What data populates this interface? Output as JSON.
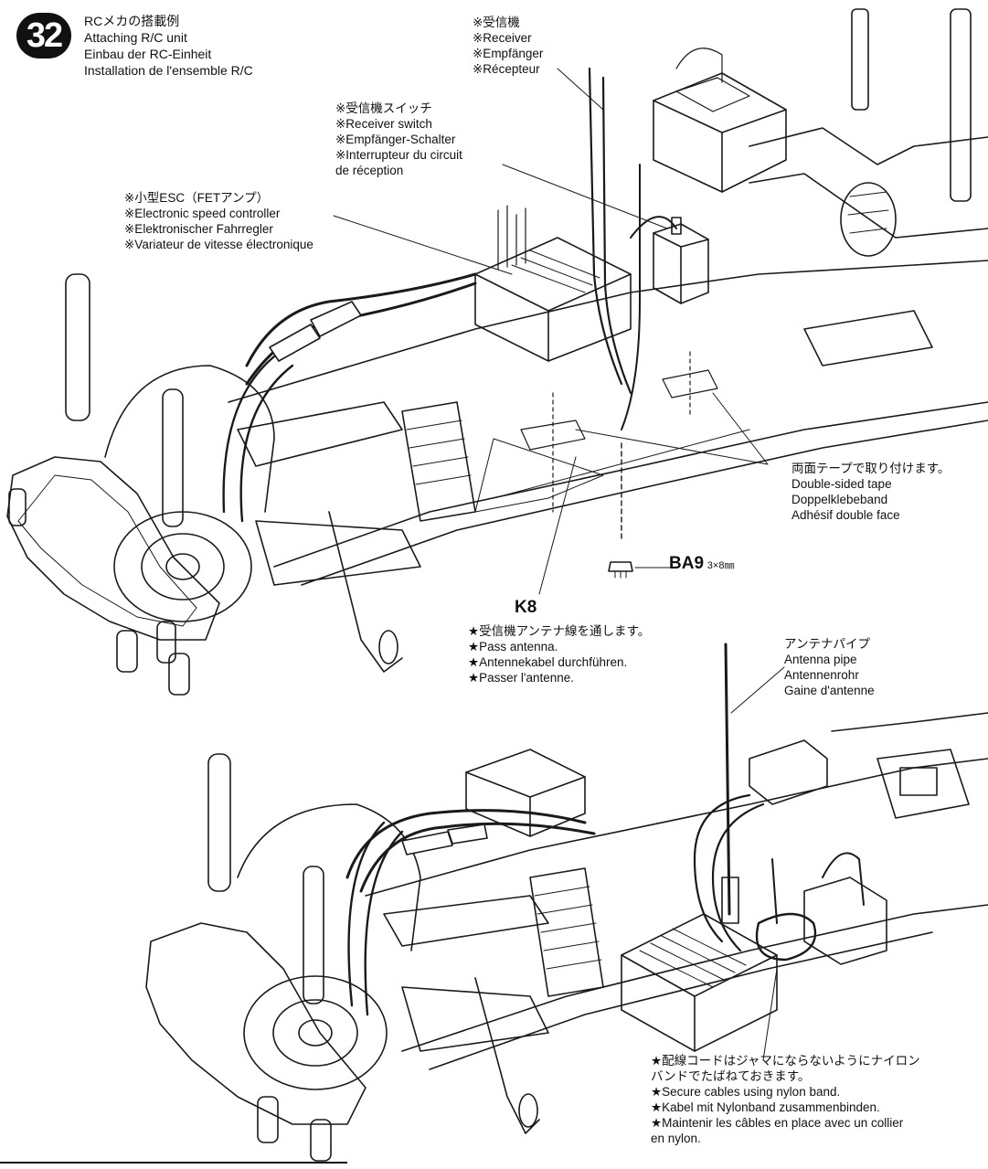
{
  "step": {
    "number": "32",
    "title": {
      "ja": "RCメカの搭載例",
      "en": "Attaching R/C unit",
      "de": "Einbau der RC-Einheit",
      "fr": "Installation de l'ensemble R/C"
    }
  },
  "callouts": {
    "receiver": [
      "※受信機",
      "※Receiver",
      "※Empfänger",
      "※Récepteur"
    ],
    "receiver_switch": [
      "※受信機スイッチ",
      "※Receiver switch",
      "※Empfänger-Schalter",
      "※Interrupteur du circuit",
      "de réception"
    ],
    "esc": [
      "※小型ESC（FETアンプ）",
      "※Electronic speed controller",
      "※Elektronischer Fahrregler",
      "※Variateur de vitesse électronique"
    ],
    "tape": [
      "両面テープで取り付けます。",
      "Double-sided tape",
      "Doppelklebeband",
      "Adhésif double face"
    ],
    "screw": {
      "code": "BA9",
      "size": "3×8㎜"
    },
    "antenna_part": {
      "code": "K8"
    },
    "antenna_note": [
      "★受信機アンテナ線を通します。",
      "★Pass antenna.",
      "★Antennekabel durchführen.",
      "★Passer l'antenne."
    ],
    "antenna_pipe": [
      "アンテナパイプ",
      "Antenna pipe",
      "Antennenrohr",
      "Gaine d'antenne"
    ],
    "cables": [
      "★配線コードはジャマにならないようにナイロン",
      "バンドでたばねておきます。",
      "★Secure cables using nylon band.",
      "★Kabel mit Nylonband zusammenbinden.",
      "★Maintenir les câbles en place avec un collier",
      "en nylon."
    ]
  }
}
